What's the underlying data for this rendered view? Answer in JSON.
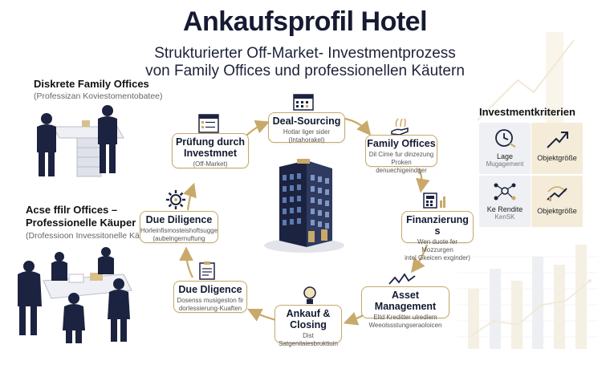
{
  "title": "Ankaufsprofil Hotel",
  "subtitle_line1": "Strukturierter Off-Market- Investmentprozess",
  "subtitle_line2": "von Family Offices und professionellen Käutern",
  "left_top": {
    "title": "Diskrete Family Offices",
    "sub": "(Professizan Koviestomentobatee)"
  },
  "left_bottom": {
    "title_line1": "Acse ffilr Offices –",
    "title_line2": "Professionelle Käuper",
    "sub": "(Drofessioon Invessitonelle Käufer)"
  },
  "nodes": [
    {
      "title": "Deal-Sourcing",
      "sub1": "Hotlar liger sider",
      "sub2": "(Intahorakel)"
    },
    {
      "title": "Family Offices",
      "sub1": "Dil Cime fur dinzezung",
      "sub2": "Proken denuechigeindger"
    },
    {
      "title": "Finanzierung s",
      "sub1": "Wen duote fer Mozzurgen",
      "sub2": "intel Gkeicen exginder)"
    },
    {
      "title": "Asset Management",
      "sub1": "Eltd Kreditter ulredlem",
      "sub2": "Weeolssstungseraoloicen"
    },
    {
      "title_line1": "Ankauf &",
      "title_line2": "Closing",
      "sub1": "Dist Satgenilaiesbruktiuin"
    },
    {
      "title": "Due Dligence",
      "sub1": "Dosenss musigeston fir",
      "sub2": "dorlessierung-Kuaften"
    },
    {
      "title": "Due Diligence",
      "sub1": "Horleinfismosteishoftsugge",
      "sub2": "(aubelngernuftung"
    },
    {
      "title_line1": "Prüfung durch",
      "title_line2": "Investmnet",
      "sub1": "(Off-Market)"
    }
  ],
  "criteria": {
    "title": "Investmentkriterien",
    "items": [
      {
        "label": "Lage",
        "sub": "Mugagement",
        "icon": "clock-icon"
      },
      {
        "label": "Objektgröße",
        "icon": "trend-up-icon"
      },
      {
        "label": "Ke Rendite",
        "sub": "KenSK",
        "icon": "network-icon"
      },
      {
        "label": "Objektgröße",
        "icon": "growth-chart-icon"
      }
    ]
  },
  "colors": {
    "gold": "#c9a96a",
    "navy": "#1c2340",
    "dark": "#161b33"
  }
}
